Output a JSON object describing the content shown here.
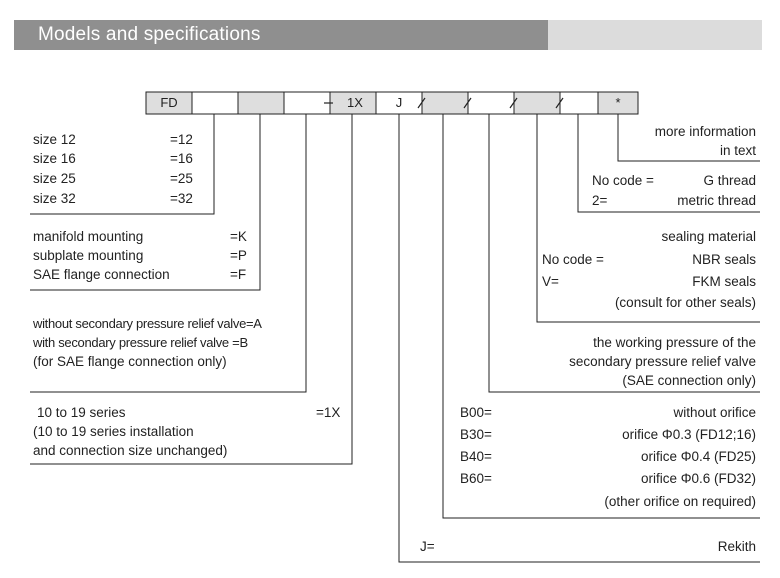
{
  "header": {
    "title": "Models and specifications"
  },
  "code_cells": [
    "FD",
    "",
    "",
    "",
    "1X",
    "J",
    "",
    "",
    "",
    "",
    "",
    "*"
  ],
  "size": {
    "items": [
      {
        "label": "size 12",
        "code": "=12"
      },
      {
        "label": "size 16",
        "code": "=16"
      },
      {
        "label": "size 25",
        "code": "=25"
      },
      {
        "label": "size 32",
        "code": "=32"
      }
    ]
  },
  "mounting": {
    "items": [
      {
        "label": "manifold mounting",
        "code": "=K"
      },
      {
        "label": "subplate mounting",
        "code": "=P"
      },
      {
        "label": "SAE flange connection",
        "code": "=F"
      }
    ]
  },
  "relief": {
    "line1": "without secondary pressure relief valve=A",
    "line2": "with secondary pressure relief valve  =B",
    "line3": "(for SAE flange connection only)"
  },
  "series": {
    "label": "10 to 19 series",
    "code": "=1X",
    "note1": "(10 to 19 series installation",
    "note2": "and connection size unchanged)"
  },
  "more_info": {
    "line1": "more information",
    "line2": "in text"
  },
  "thread": {
    "items": [
      {
        "code": "No code =",
        "desc": "G thread"
      },
      {
        "code": "2=",
        "desc": "metric thread"
      }
    ]
  },
  "seal": {
    "title": "sealing material",
    "items": [
      {
        "code": "No code =",
        "desc": "NBR seals"
      },
      {
        "code": "V=",
        "desc": "FKM seals"
      }
    ],
    "note": "(consult for other seals)"
  },
  "working_pressure": {
    "line1": "the working pressure of the",
    "line2": "secondary pressure relief valve",
    "line3": "(SAE connection only)"
  },
  "orifice": {
    "items": [
      {
        "code": "B00=",
        "desc": "without orifice"
      },
      {
        "code": "B30=",
        "desc": "orifice Φ0.3 (FD12;16)"
      },
      {
        "code": "B40=",
        "desc": "orifice Φ0.4  (FD25)"
      },
      {
        "code": "B60=",
        "desc": "orifice Φ0.6 (FD32)"
      }
    ],
    "note": "(other orifice on required)"
  },
  "rekith": {
    "code": "J=",
    "desc": "Rekith"
  }
}
